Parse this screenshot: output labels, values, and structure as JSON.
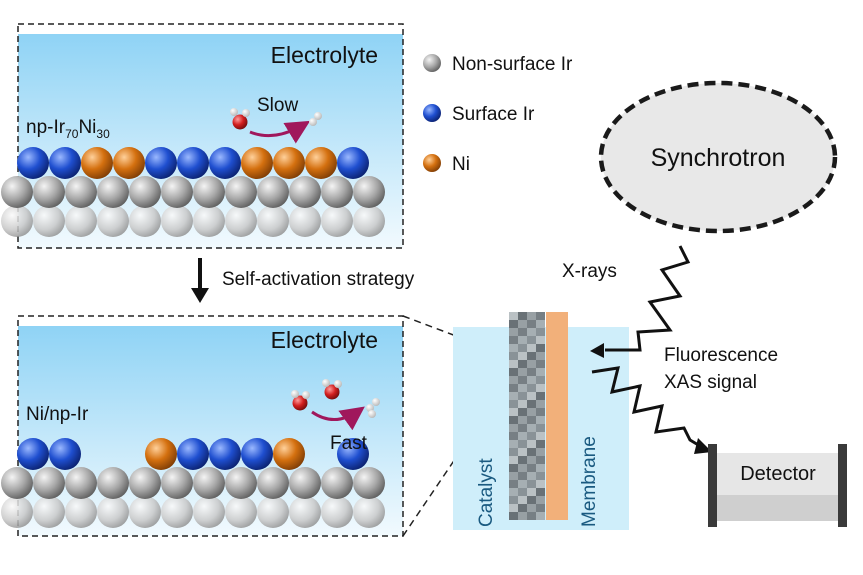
{
  "top_panel": {
    "title": "Electrolyte",
    "sample_label_main": "np-Ir",
    "sample_sub1": "70",
    "sample_mid": "Ni",
    "sample_sub2": "30",
    "rate_label": "Slow",
    "surface_row": [
      "surface-ir",
      "surface-ir",
      "ni",
      "ni",
      "surface-ir",
      "surface-ir",
      "surface-ir",
      "ni",
      "ni",
      "ni",
      "surface-ir"
    ]
  },
  "bottom_panel": {
    "title": "Electrolyte",
    "sample_label": "Ni/np-Ir",
    "rate_label": "Fast",
    "surface_row": [
      "surface-ir",
      "surface-ir",
      "",
      "",
      "ni",
      "surface-ir",
      "surface-ir",
      "surface-ir",
      "ni",
      "",
      "surface-ir"
    ]
  },
  "strategy_label": "Self-activation strategy",
  "legend": [
    {
      "label": "Non-surface Ir",
      "color": "#9a9a9a",
      "icon": "gray-sphere"
    },
    {
      "label": "Surface Ir",
      "color": "#1f4fd0",
      "icon": "blue-sphere"
    },
    {
      "label": "Ni",
      "color": "#d4700f",
      "icon": "orange-sphere"
    }
  ],
  "source_label": "Synchrotron",
  "xray_label": "X-rays",
  "fluorescence_line1": "Fluorescence",
  "fluorescence_line2": "XAS signal",
  "catalyst_label": "Catalyst",
  "membrane_label": "Membrane",
  "detector_label": "Detector",
  "colors": {
    "electrolyte_top": "#8fd3f5",
    "electrolyte_bottom": "#eef8fd",
    "surface_ir": "#1f4fd0",
    "ni": "#d4700f",
    "non_surface_ir": "#9a9a9a",
    "membrane": "#f2b07a",
    "cell_bg": "#cfeefa",
    "detector": "#cfcfcf",
    "water_o": "#d21e1e",
    "arrow": "#a0185c"
  }
}
